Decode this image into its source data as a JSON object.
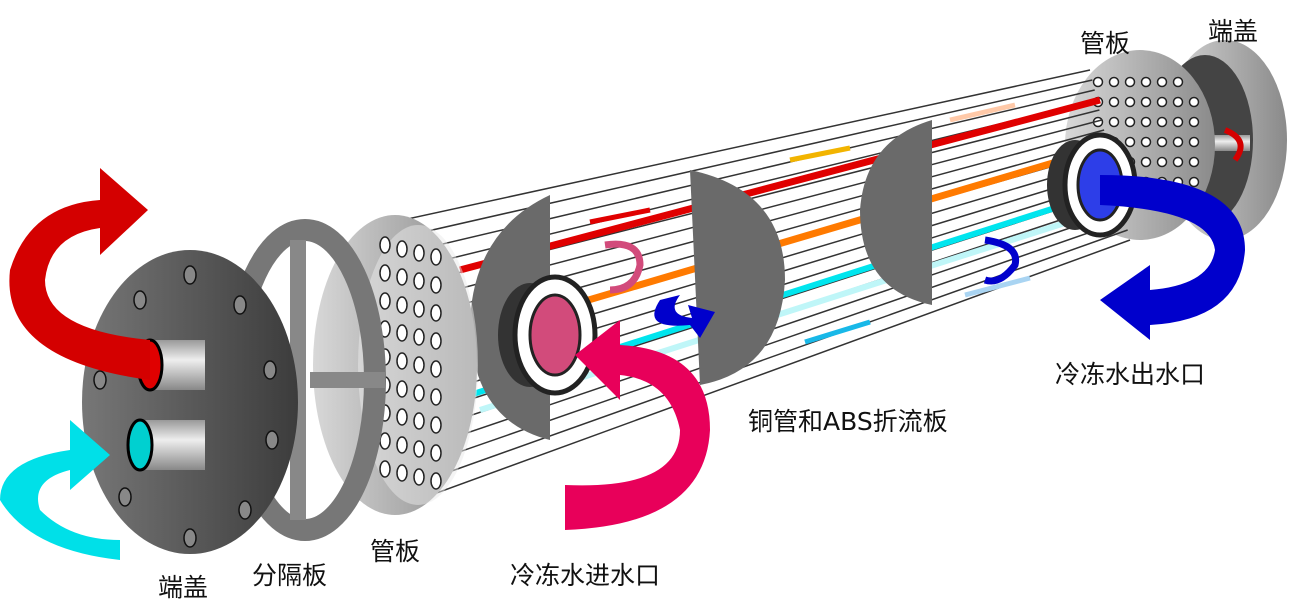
{
  "title": "壳管式换热器结构示意图",
  "labels": {
    "right_tube_sheet": "管板",
    "right_end_cap": "端盖",
    "chilled_water_outlet": "冷冻水出水口",
    "tubes_and_baffles": "铜管和ABS折流板",
    "chilled_water_inlet": "冷冻水进水口",
    "left_tube_sheet": "管板",
    "divider_plate": "分隔板",
    "left_end_cap": "端盖"
  },
  "colors": {
    "hot_flow": "#e00000",
    "cold_flow": "#00e5ee",
    "inlet_flow": "#e8005a",
    "outlet_flow": "#0000cc",
    "metal_dark": "#5a5a5a",
    "metal_light": "#c8c8c8"
  }
}
